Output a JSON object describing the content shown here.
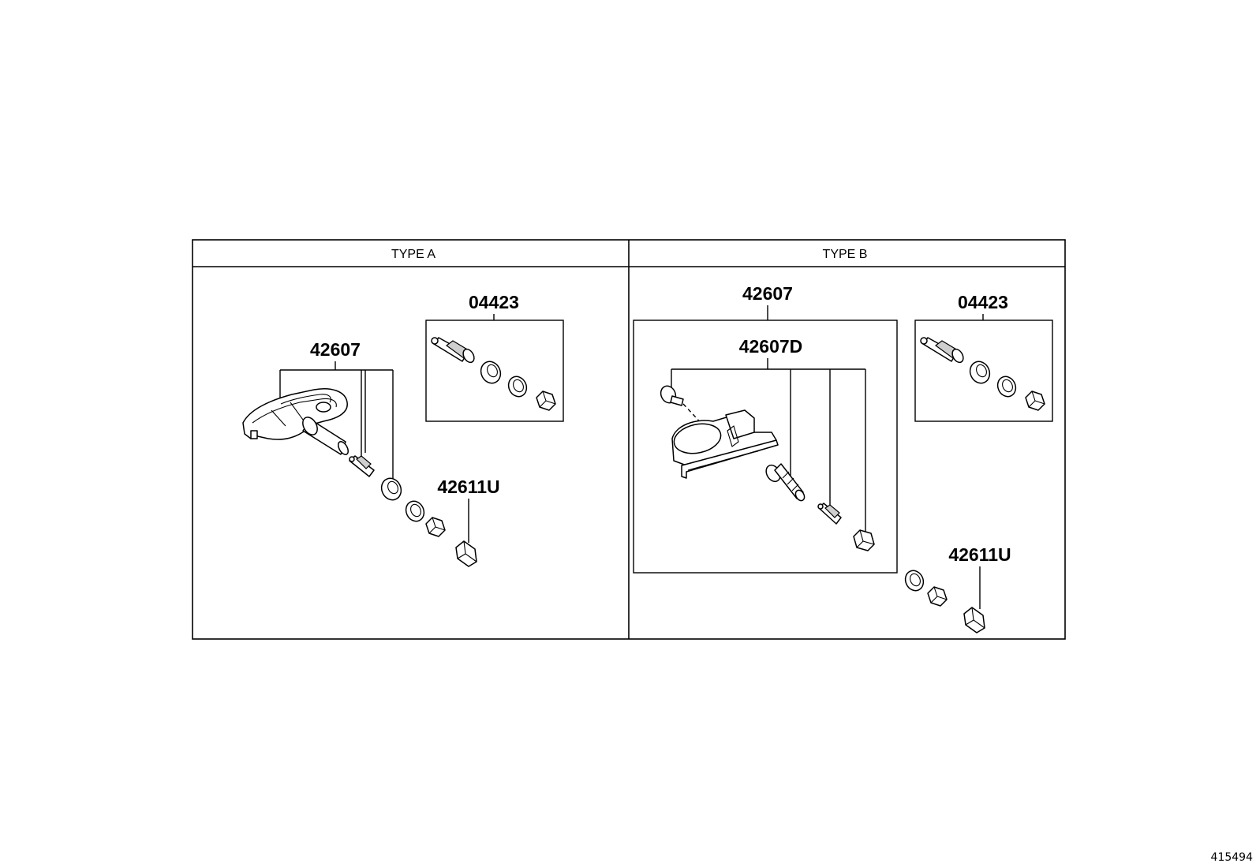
{
  "panels": [
    {
      "header": "TYPE A",
      "labels": {
        "sensor_assy": "42607",
        "valve_kit": "04423",
        "cap": "42611U"
      }
    },
    {
      "header": "TYPE B",
      "labels": {
        "sensor_assy": "42607",
        "sensor_sub": "42607D",
        "valve_kit": "04423",
        "cap": "42611U"
      }
    }
  ],
  "illustration_code": "415494",
  "icons": [
    "tpms-sensor-icon",
    "valve-stem-icon",
    "valve-core-icon",
    "grommet-icon",
    "washer-icon",
    "nut-icon",
    "valve-cap-icon",
    "screw-icon"
  ]
}
